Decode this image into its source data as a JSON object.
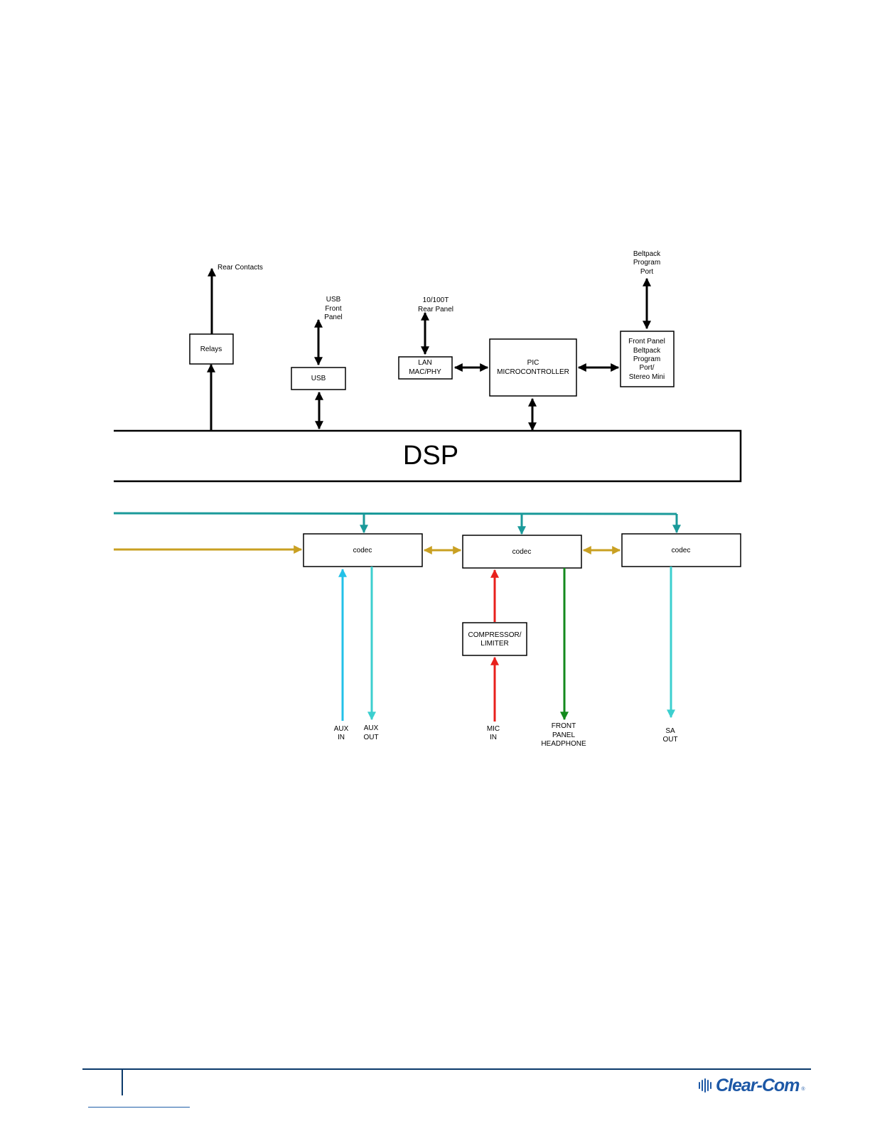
{
  "colors": {
    "black": "#000000",
    "teal": "#1a9a9a",
    "gold": "#c9a022",
    "aux_in": "#23c1e8",
    "aux_out": "#3ccfcf",
    "mic": "#e8201c",
    "headphone": "#138a1d",
    "sa_out": "#3ccfcf",
    "brand": "#1d58a6"
  },
  "diagram": {
    "top_labels": {
      "rear_contacts": "Rear Contacts",
      "usb_front_panel": [
        "USB",
        "Front",
        "Panel"
      ],
      "lan_rear_panel": [
        "10/100T",
        "Rear Panel"
      ],
      "beltpack_program_port": [
        "Beltpack",
        "Program",
        "Port"
      ]
    },
    "blocks": {
      "relays": "Relays",
      "usb": "USB",
      "lan": [
        "LAN",
        "MAC/PHY"
      ],
      "pic": [
        "PIC",
        "MICROCONTROLLER"
      ],
      "front_panel": [
        "Front Panel",
        "Beltpack",
        "Program",
        "Port/",
        "Stereo Mini"
      ],
      "dsp": "DSP",
      "codec_1": "codec",
      "codec_2": "codec",
      "codec_3": "codec",
      "compressor": [
        "COMPRESSOR/",
        "LIMITER"
      ]
    },
    "bottom_labels": {
      "aux_in": [
        "AUX",
        "IN"
      ],
      "aux_out": [
        "AUX",
        "OUT"
      ],
      "mic_in": [
        "MIC",
        "IN"
      ],
      "front_panel_headphone": [
        "FRONT",
        "PANEL",
        "HEADPHONE"
      ],
      "sa_out": [
        "SA",
        "OUT"
      ]
    }
  },
  "footer": {
    "brand": "Clear-Com",
    "brand_mark": "®",
    "logo_icon": "clear-com-logo-icon"
  }
}
